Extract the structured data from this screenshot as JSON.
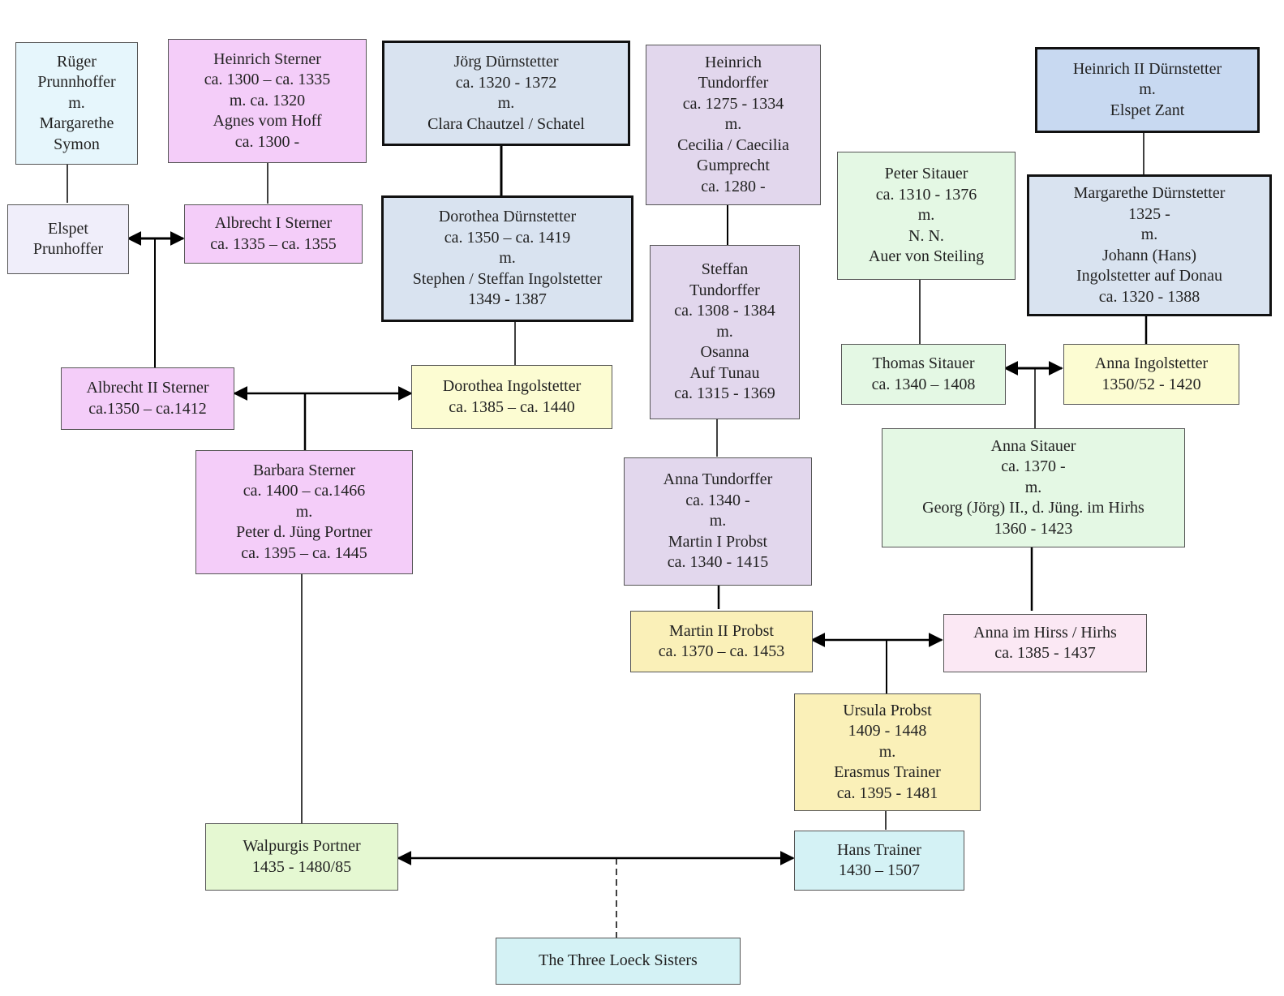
{
  "diagram": {
    "colors": {
      "cyan_light": "#e6f6fc",
      "pink": "#f4cdf9",
      "steel": "#d9e3f0",
      "lavender": "#e2d7ed",
      "mint": "#e4f8e4",
      "blue": "#c8d9f1",
      "lilac": "#f0eefa",
      "cream": "#fcfcd2",
      "green": "#e5f8d2",
      "yellow": "#faf0b8",
      "pale_pink": "#fbe8f4",
      "aqua": "#d4f2f5",
      "line": "#000000"
    },
    "nodes": {
      "ruger": {
        "lines": [
          "Rüger",
          "Prunnhoffer",
          "m.",
          "Margarethe",
          "Symon"
        ]
      },
      "heinrich_sterner": {
        "lines": [
          "Heinrich Sterner",
          "ca. 1300 – ca. 1335",
          "m. ca. 1320",
          "Agnes vom Hoff",
          "ca. 1300 -"
        ]
      },
      "jorg": {
        "lines": [
          "Jörg Dürnstetter",
          "ca. 1320 - 1372",
          "m.",
          "Clara Chautzel / Schatel"
        ]
      },
      "heinrich_tundorffer": {
        "lines": [
          "Heinrich",
          "Tundorffer",
          "ca. 1275 - 1334",
          "m.",
          "Cecilia / Caecilia",
          "Gumprecht",
          "ca. 1280 -"
        ]
      },
      "heinrich_ii": {
        "lines": [
          "Heinrich II Dürnstetter",
          "m.",
          "Elspet Zant"
        ]
      },
      "peter_sitauer": {
        "lines": [
          "Peter Sitauer",
          "ca. 1310 - 1376",
          "m.",
          "N. N.",
          "Auer von Steiling"
        ]
      },
      "margarethe_d": {
        "lines": [
          "Margarethe Dürnstetter",
          "1325 -",
          "m.",
          "Johann (Hans)",
          "Ingolstetter auf Donau",
          "ca. 1320 - 1388"
        ]
      },
      "elspet": {
        "lines": [
          "Elspet",
          "Prunhoffer"
        ]
      },
      "albrecht_i": {
        "lines": [
          "Albrecht I Sterner",
          "ca. 1335 – ca. 1355"
        ]
      },
      "dorothea_d": {
        "lines": [
          "Dorothea Dürnstetter",
          "ca. 1350 – ca. 1419",
          "m.",
          "Stephen / Steffan Ingolstetter",
          "1349 - 1387"
        ]
      },
      "steffan_t": {
        "lines": [
          "Steffan",
          "Tundorffer",
          "ca. 1308 - 1384",
          "m.",
          "Osanna",
          "Auf Tunau",
          "ca. 1315 - 1369"
        ]
      },
      "thomas_s": {
        "lines": [
          "Thomas Sitauer",
          "ca. 1340 – 1408"
        ]
      },
      "anna_i": {
        "lines": [
          "Anna Ingolstetter",
          "1350/52 - 1420"
        ]
      },
      "albrecht_ii": {
        "lines": [
          "Albrecht II Sterner",
          "ca.1350 – ca.1412"
        ]
      },
      "dorothea_i": {
        "lines": [
          "Dorothea Ingolstetter",
          "ca. 1385 – ca. 1440"
        ]
      },
      "anna_s": {
        "lines": [
          "Anna Sitauer",
          "ca. 1370 -",
          "m.",
          "Georg (Jörg) II., d. Jüng. im Hirhs",
          "1360 - 1423"
        ]
      },
      "barbara": {
        "lines": [
          "Barbara Sterner",
          "ca. 1400 – ca.1466",
          "m.",
          "Peter d. Jüng Portner",
          "ca. 1395 – ca. 1445"
        ]
      },
      "anna_t": {
        "lines": [
          "Anna Tundorffer",
          "ca. 1340 -",
          "m.",
          "Martin I Probst",
          "ca. 1340 - 1415"
        ]
      },
      "martin_ii": {
        "lines": [
          "Martin II Probst",
          "ca. 1370 – ca. 1453"
        ]
      },
      "anna_h": {
        "lines": [
          "Anna im Hirss / Hirhs",
          "ca. 1385 - 1437"
        ]
      },
      "ursula": {
        "lines": [
          "Ursula Probst",
          "1409 - 1448",
          "m.",
          "Erasmus Trainer",
          "ca. 1395 - 1481"
        ]
      },
      "walpurgis": {
        "lines": [
          "Walpurgis Portner",
          "1435 - 1480/85"
        ]
      },
      "hans": {
        "lines": [
          "Hans Trainer",
          "1430 – 1507"
        ]
      },
      "loeck": {
        "lines": [
          "The Three Loeck Sisters"
        ]
      }
    }
  }
}
